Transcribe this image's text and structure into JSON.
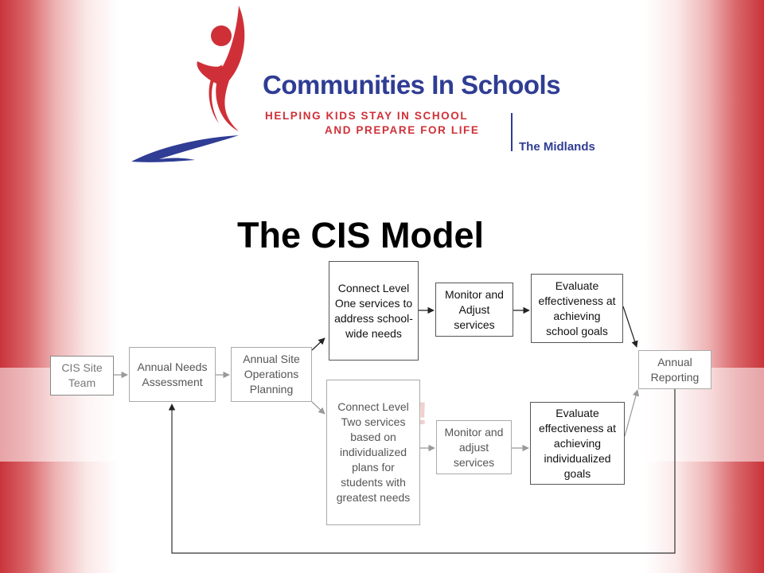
{
  "logo": {
    "name": "Communities In Schools",
    "tagline_line1": "HELPING KIDS STAY IN SCHOOL",
    "tagline_line2": "AND PREPARE FOR LIFE",
    "region": "The Midlands"
  },
  "title": "The CIS Model",
  "background_text": "Pr                                           ss!",
  "boxes": {
    "site_team": "CIS Site Team",
    "needs_assessment": "Annual Needs Assessment",
    "operations_planning": "Annual Site Operations Planning",
    "level_one": "Connect Level One services to address school-wide needs",
    "level_two": "Connect Level Two services based on individualized plans for students with greatest needs",
    "monitor_one": "Monitor and Adjust services",
    "monitor_two": "Monitor and adjust services",
    "evaluate_one": "Evaluate effectiveness at achieving school goals",
    "evaluate_two": "Evaluate effectiveness at achieving individualized goals",
    "annual_reporting": "Annual Reporting"
  },
  "colors": {
    "brand_blue": "#2f3d94",
    "brand_red": "#cf3037",
    "band_red": "#c9343a"
  }
}
